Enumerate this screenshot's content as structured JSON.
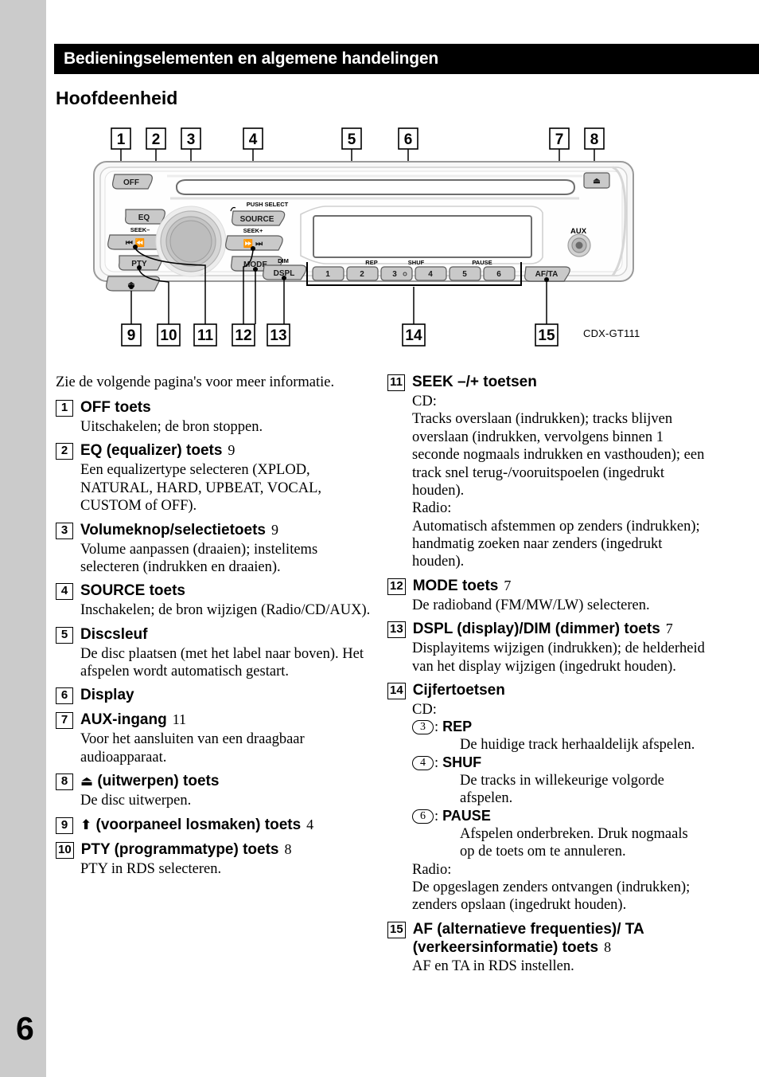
{
  "page": {
    "number": "6",
    "chapter_title": "Bedieningselementen en algemene handelingen",
    "section_title": "Hoofdeenheid",
    "intro": "Zie de volgende pagina's voor meer informatie."
  },
  "figure": {
    "model": "CDX-GT111",
    "callouts_top": [
      "1",
      "2",
      "3",
      "4",
      "5",
      "6",
      "7",
      "8"
    ],
    "callouts_bottom": [
      "9",
      "10",
      "11",
      "12",
      "13",
      "14",
      "15"
    ],
    "device_labels": {
      "off": "OFF",
      "eq": "EQ",
      "pty": "PTY",
      "seek_minus": "SEEK–",
      "seek_plus": "SEEK+",
      "push_select": "PUSH SELECT",
      "source": "SOURCE",
      "mode": "MODE",
      "dim": "DIM",
      "dspl": "DSPL",
      "rep": "REP",
      "shuf": "SHUF",
      "pause": "PAUSE",
      "af_ta": "AF/TA",
      "aux": "AUX",
      "preset_1": "1",
      "preset_2": "2",
      "preset_3": "3",
      "preset_4": "4",
      "preset_5": "5",
      "preset_6": "6",
      "eject_glyph": "▲",
      "release_glyph": "▲"
    },
    "colors": {
      "body_fill": "#f2f2f2",
      "button_fill": "#c9c9c9",
      "knob_fill": "#bcbcbc",
      "outline": "#4d4d4d"
    }
  },
  "left_column": [
    {
      "num": "1",
      "title": "OFF toets",
      "pageref": "",
      "body": [
        "Uitschakelen; de bron stoppen."
      ]
    },
    {
      "num": "2",
      "title": "EQ (equalizer) toets",
      "pageref": "9",
      "body": [
        "Een equalizertype selecteren (XPLOD, NATURAL, HARD, UPBEAT, VOCAL, CUSTOM of OFF)."
      ]
    },
    {
      "num": "3",
      "title": "Volumeknop/selectietoets",
      "pageref": "9",
      "body": [
        "Volume aanpassen (draaien); instelitems selecteren (indrukken en draaien)."
      ]
    },
    {
      "num": "4",
      "title": "SOURCE toets",
      "pageref": "",
      "body": [
        "Inschakelen; de bron wijzigen (Radio/CD/AUX)."
      ]
    },
    {
      "num": "5",
      "title": "Discsleuf",
      "pageref": "",
      "body": [
        "De disc plaatsen (met het label naar boven). Het afspelen wordt automatisch gestart."
      ]
    },
    {
      "num": "6",
      "title": "Display",
      "pageref": "",
      "body": []
    },
    {
      "num": "7",
      "title": "AUX-ingang",
      "pageref": "11",
      "body": [
        "Voor het aansluiten van een draagbaar audioapparaat."
      ]
    },
    {
      "num": "8",
      "glyph": "⏏",
      "title": "(uitwerpen) toets",
      "pageref": "",
      "body": [
        "De disc uitwerpen."
      ]
    },
    {
      "num": "9",
      "glyph": "⬆",
      "title": "(voorpaneel losmaken) toets",
      "pageref": "4",
      "body": []
    },
    {
      "num": "10",
      "title": "PTY (programmatype) toets",
      "pageref": "8",
      "body": [
        "PTY in RDS selecteren."
      ]
    }
  ],
  "right_column": [
    {
      "num": "11",
      "title": "SEEK –/+ toetsen",
      "pageref": "",
      "body": [
        "CD:",
        "Tracks overslaan (indrukken); tracks blijven overslaan (indrukken, vervolgens binnen 1 seconde nogmaals indrukken en vasthouden); een track snel terug-/vooruitspoelen (ingedrukt houden).",
        "Radio:",
        "Automatisch afstemmen op zenders (indrukken); handmatig zoeken naar zenders (ingedrukt houden)."
      ]
    },
    {
      "num": "12",
      "title": "MODE toets",
      "pageref": "7",
      "body": [
        "De radioband (FM/MW/LW) selecteren."
      ]
    },
    {
      "num": "13",
      "title": "DSPL (display)/DIM (dimmer) toets",
      "pageref": "7",
      "body": [
        "Displayitems wijzigen (indrukken); de helderheid van het display wijzigen (ingedrukt houden)."
      ]
    },
    {
      "num": "14",
      "title": "Cijfertoetsen",
      "pageref": "",
      "body": [
        "CD:"
      ],
      "subkeys": [
        {
          "key": "3",
          "name": "REP",
          "desc": "De huidige track herhaaldelijk afspelen."
        },
        {
          "key": "4",
          "name": "SHUF",
          "desc": "De tracks in willekeurige volgorde afspelen."
        },
        {
          "key": "6",
          "name": "PAUSE",
          "desc": "Afspelen onderbreken. Druk nogmaals op de toets om te annuleren."
        }
      ],
      "body_after": [
        "Radio:",
        "De opgeslagen zenders ontvangen (indrukken); zenders opslaan (ingedrukt houden)."
      ]
    },
    {
      "num": "15",
      "title": "AF (alternatieve frequenties)/ TA (verkeersinformatie) toets",
      "pageref": "8",
      "body": [
        "AF en TA in RDS instellen."
      ]
    }
  ]
}
